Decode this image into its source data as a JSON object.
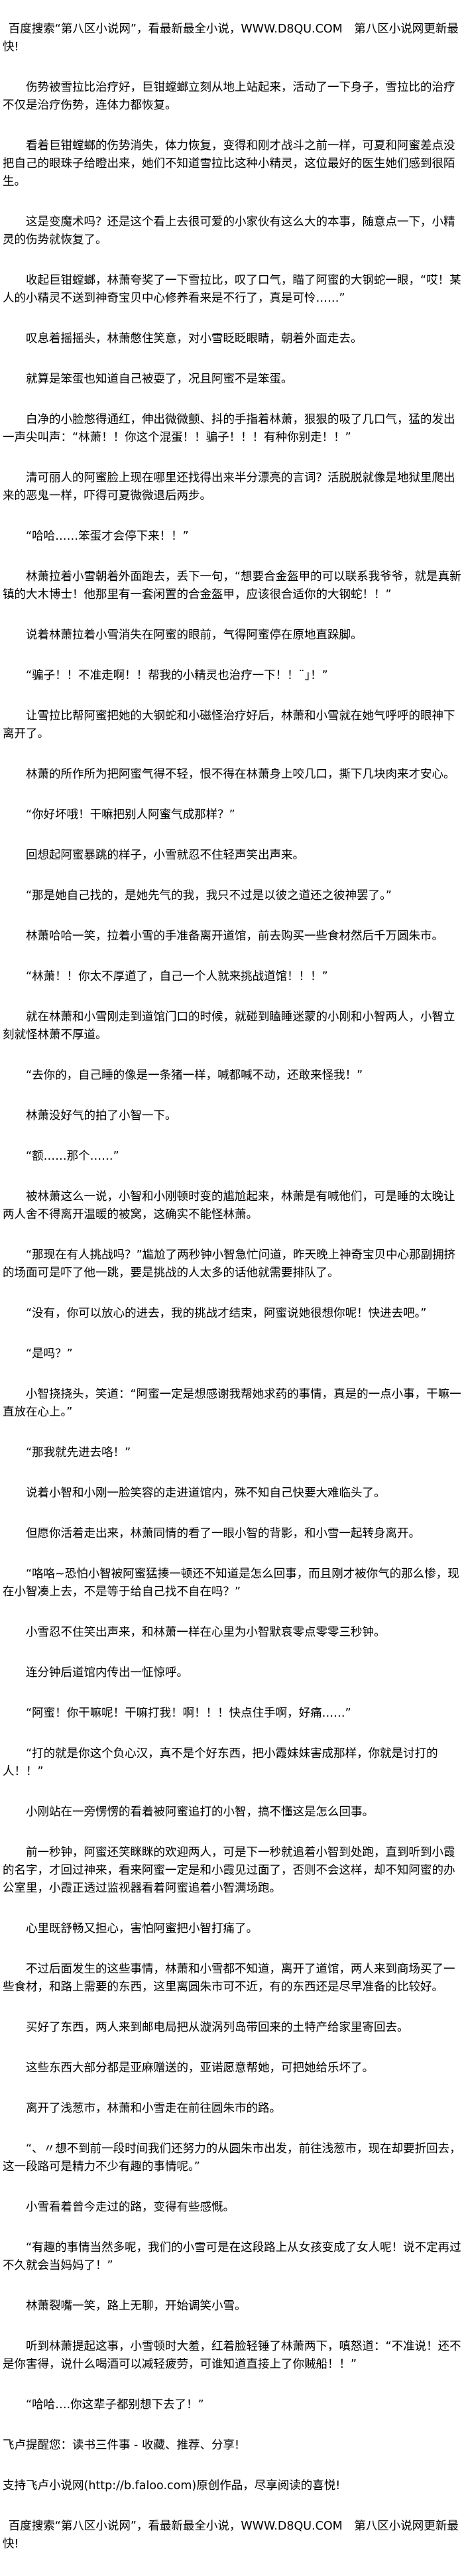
{
  "header_banner": "百度搜索“第八区小说网”，看最新最全小说，WWW.D8QU.COM　第八区小说网更新最快!",
  "paragraphs": [
    "伤势被雪拉比治疗好，巨钳螳螂立刻从地上站起来，活动了一下身子，雪拉比的治疗不仅是治疗伤势，连体力都恢复。",
    "看着巨钳螳螂的伤势消失，体力恢复，变得和刚才战斗之前一样，可夏和阿蜜差点没把自己的眼珠子给瞪出来，她们不知道雪拉比这种小精灵，这位最好的医生她们感到很陌生。",
    "这是变魔术吗？还是这个看上去很可爱的小家伙有这么大的本事，随意点一下，小精灵的伤势就恢复了。",
    "收起巨钳螳螂，林萧夸奖了一下雪拉比，叹了口气，瞄了阿蜜的大钢蛇一眼，“哎！某人的小精灵不送到神奇宝贝中心修养看来是不行了，真是可怜……”",
    "叹息着摇摇头，林萧憋住笑意，对小雪眨眨眼睛，朝着外面走去。",
    "就算是笨蛋也知道自己被耍了，况且阿蜜不是笨蛋。",
    "白净的小脸憋得通红，伸出微微颤、抖的手指着林萧，狠狠的吸了几口气，猛的发出一声尖叫声：“林萧！！你这个混蛋！！骗子！！！有种你别走！！”",
    "清可丽人的阿蜜脸上现在哪里还找得出来半分漂亮的言词？活脱脱就像是地狱里爬出来的恶鬼一样，吓得可夏微微退后两步。",
    "“哈哈……笨蛋才会停下来！！”",
    "林萧拉着小雪朝着外面跑去，丢下一句，“想要合金盔甲的可以联系我爷爷，就是真新镇的大木博士！他那里有一套闲置的合金盔甲，应该很合适你的大钢蛇！！”",
    "说着林萧拉着小雪消失在阿蜜的眼前，气得阿蜜停在原地直跺脚。",
    "“骗子！！不准走啊！！帮我的小精灵也治疗一下！！¨｣！”",
    "让雪拉比帮阿蜜把她的大钢蛇和小磁怪治疗好后，林萧和小雪就在她气呼呼的眼神下离开了。",
    "林萧的所作所为把阿蜜气得不轻，恨不得在林萧身上咬几口，撕下几块肉来才安心。",
    "“你好坏哦！干嘛把别人阿蜜气成那样？”",
    "回想起阿蜜暴跳的样子，小雪就忍不住轻声笑出声来。",
    "“那是她自己找的，是她先气的我，我只不过是以彼之道还之彼神罢了。”",
    "林萧哈哈一笑，拉着小雪的手准备离开道馆，前去购买一些食材然后千万圆朱市。",
    "“林萧！！你太不厚道了，自己一个人就来挑战道馆！！！”",
    "就在林萧和小雪刚走到道馆门口的时候，就碰到瞌睡迷蒙的小刚和小智两人，小智立刻就怪林萧不厚道。",
    "“去你的，自己睡的像是一条猪一样，喊都喊不动，还敢来怪我！”",
    "林萧没好气的拍了小智一下。",
    "“额……那个……”",
    "被林萧这么一说，小智和小刚顿时变的尴尬起来，林萧是有喊他们，可是睡的太晚让两人舍不得离开温暖的被窝，这确实不能怪林萧。",
    "“那现在有人挑战吗？”尴尬了两秒钟小智急忙问道，昨天晚上神奇宝贝中心那副拥挤的场面可是吓了他一跳，要是挑战的人太多的话他就需要排队了。",
    "“没有，你可以放心的进去，我的挑战才结束，阿蜜说她很想你呢！快进去吧。”",
    "“是吗？”",
    "小智挠挠头，笑道：“阿蜜一定是想感谢我帮她求药的事情，真是的一点小事，干嘛一直放在心上。”",
    "“那我就先进去咯！”",
    "说着小智和小刚一脸笑容的走进道馆内，殊不知自己快要大难临头了。",
    "但愿你活着走出来，林萧同情的看了一眼小智的背影，和小雪一起转身离开。",
    "“咯咯~恐怕小智被阿蜜猛揍一顿还不知道是怎么回事，而且刚才被你气的那么惨，现在小智凑上去，不是等于给自己找不自在吗？”",
    "小雪忍不住笑出声来，和林萧一样在心里为小智默哀零点零零三秒钟。",
    "连分钟后道馆内传出一怔惊呼。",
    "“阿蜜！你干嘛呢！干嘛打我！啊！！！快点住手啊，好痛……”",
    "“打的就是你这个负心汉，真不是个好东西，把小霞妹妹害成那样，你就是讨打的人！！”",
    "小刚站在一旁愣愣的看着被阿蜜追打的小智，搞不懂这是怎么回事。",
    "前一秒钟，阿蜜还笑眯眯的欢迎两人，可是下一秒就追着小智到处跑，直到听到小霞的名字，才回过神来，看来阿蜜一定是和小霞见过面了，否则不会这样，却不知阿蜜的办公室里，小霞正透过监视器看着阿蜜追着小智满场跑。",
    "心里既舒畅又担心，害怕阿蜜把小智打痛了。",
    "不过后面发生的这些事情，林萧和小雪都不知道，离开了道馆，两人来到商场买了一些食材，和路上需要的东西，这里离圆朱市可不近，有的东西还是尽早准备的比较好。",
    "买好了东西，两人来到邮电局把从漩涡列岛带回来的土特产给家里寄回去。",
    "这些东西大部分都是亚麻赠送的，亚诺愿意帮她，可把她给乐坏了。",
    "离开了浅葱市，林萧和小雪走在前往圆朱市的路。",
    "“、〃想不到前一段时间我们还努力的从圆朱市出发，前往浅葱市，现在却要折回去，这一段路可是精力不少有趣的事情呢。”",
    "小雪看着曾今走过的路，变得有些感慨。",
    "“有趣的事情当然多呢，我们的小雪可是在这段路上从女孩变成了女人呢！说不定再过不久就会当妈妈了！”",
    "林萧裂嘴一笑，路上无聊，开始调笑小雪。",
    "听到林萧提起这事，小雪顿时大羞，红着脸轻锤了林萧两下，嗔怒道：“不准说！还不是你害得，说什么喝酒可以减轻疲劳，可谁知道直接上了你贼船！！”",
    "“哈哈….你这辈子都别想下去了！”"
  ],
  "footer": {
    "reminder": "飞卢提醒您：读书三件事 - 收藏、推荐、分享!",
    "support": "支持飞卢小说网(http://b.faloo.com)原创作品，尽享阅读的喜悦!",
    "banner": "百度搜索“第八区小说网”，看最新最全小说，WWW.D8QU.COM　第八区小说网更新最快!"
  }
}
